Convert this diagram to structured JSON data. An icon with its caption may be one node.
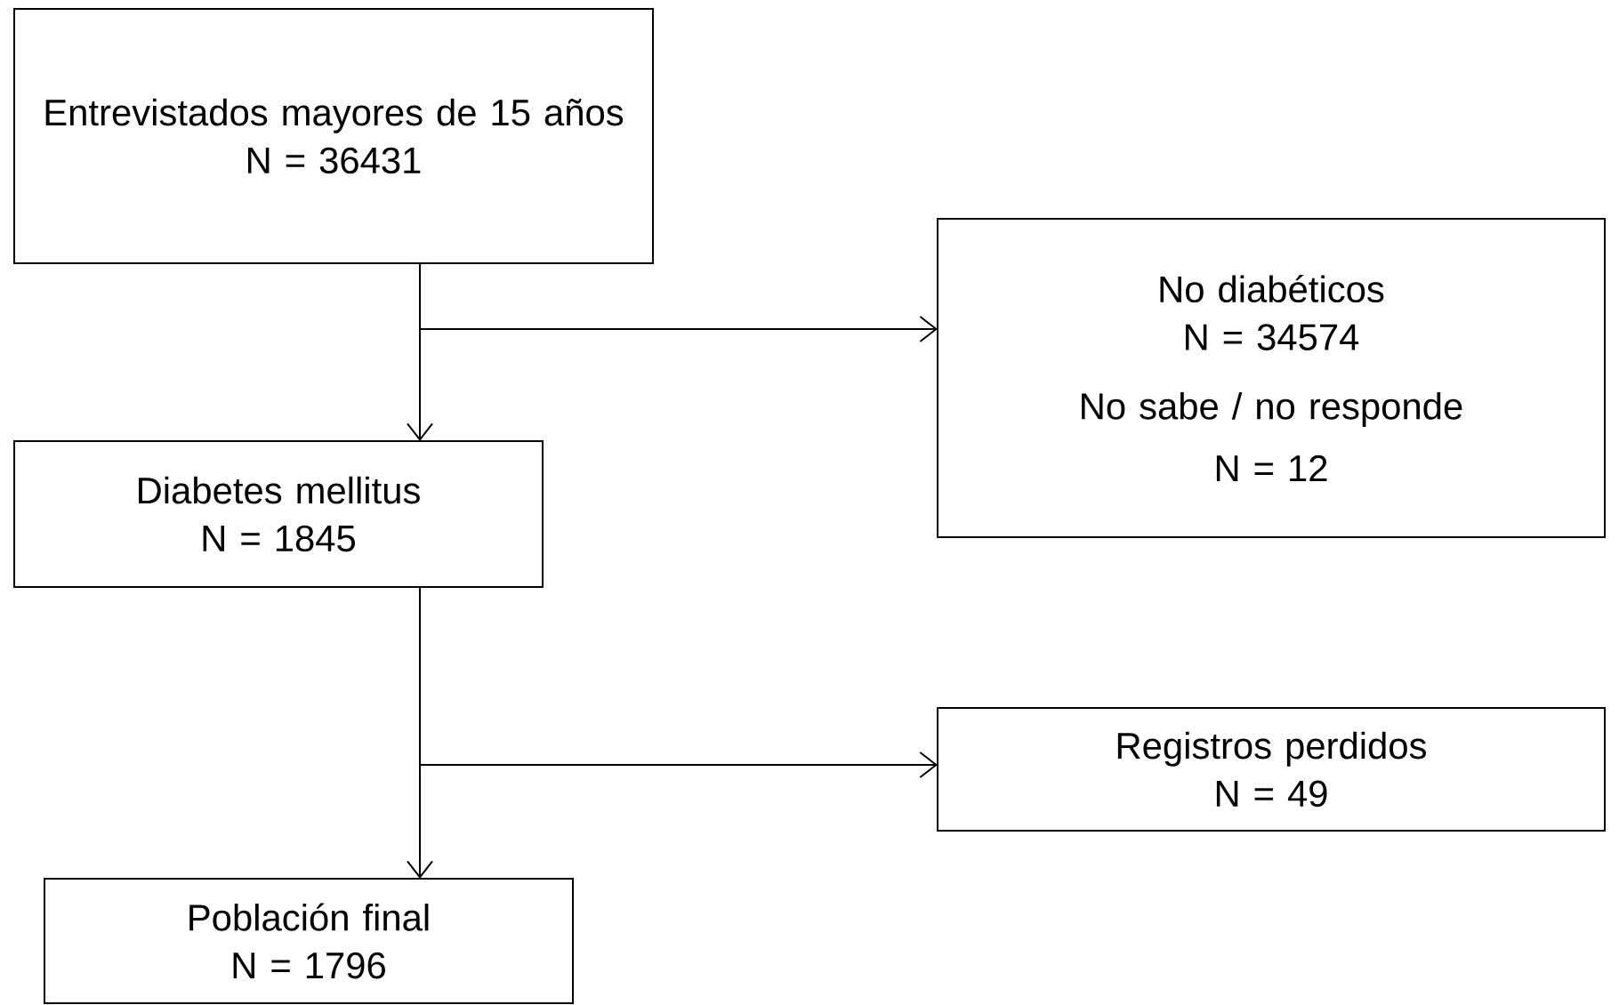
{
  "diagram": {
    "nodes": [
      {
        "text": [
          "Entrevistados mayores de 15 años",
          "N = 36431"
        ]
      },
      {
        "text": [
          "No diabéticos",
          "N = 34574",
          "No sabe / no responde",
          "N = 12"
        ]
      },
      {
        "text": [
          "Diabetes mellitus",
          "N = 1845"
        ]
      },
      {
        "text": [
          "Registros perdidos",
          "N = 49"
        ]
      },
      {
        "text": [
          "Población final",
          "N = 1796"
        ]
      }
    ],
    "edges": [
      {
        "from": 0,
        "to": 2,
        "arrow": "to"
      },
      {
        "from": 0,
        "to": 1,
        "arrow": "to"
      },
      {
        "from": 2,
        "to": 4,
        "arrow": "to"
      },
      {
        "from": 2,
        "to": 3,
        "arrow": "to"
      }
    ]
  }
}
